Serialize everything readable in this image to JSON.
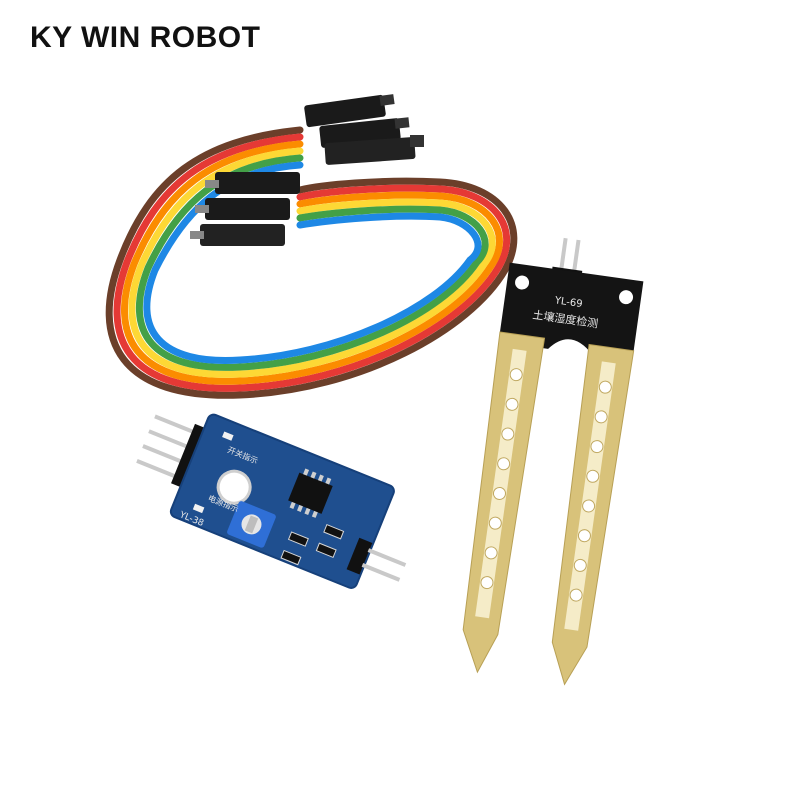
{
  "brand": {
    "text": "KY WIN ROBOT"
  },
  "probe": {
    "model": "YL-69",
    "caption": "土壤湿度检测"
  },
  "module": {
    "model": "YL-38",
    "led_power_label": "电源指示",
    "led_switch_label": "开关指示"
  },
  "colors": {
    "pcb_blue": "#1f4f8f",
    "probe_gold": "#d8c27a",
    "ribbon": [
      "#6b3f2a",
      "#e53935",
      "#fb8c00",
      "#fdd835",
      "#43a047",
      "#1e88e5"
    ]
  },
  "icons": [
    "jumper-wire-icon",
    "soil-probe-icon",
    "sensor-module-icon"
  ]
}
